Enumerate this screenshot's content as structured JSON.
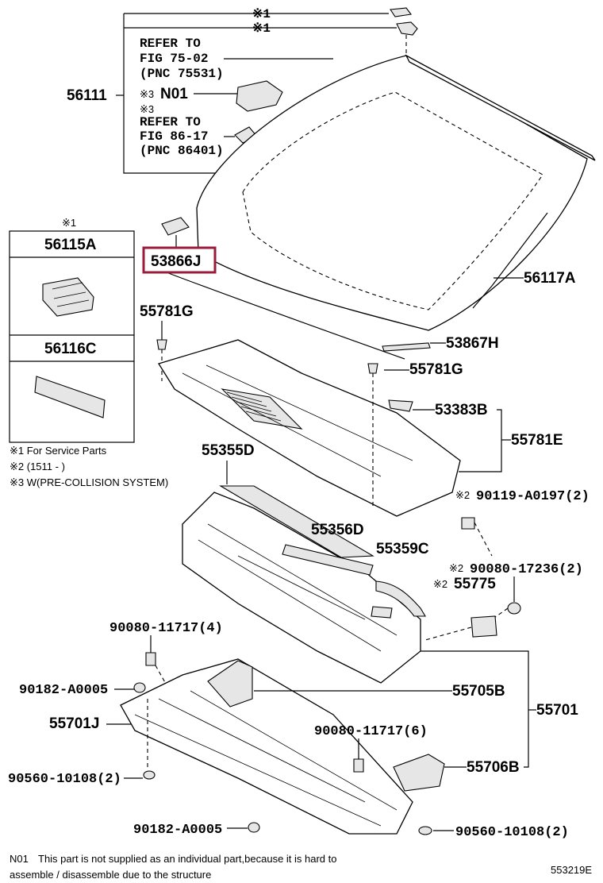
{
  "note_marks": {
    "top_mark_1": "※1",
    "top_mark_2": "※1",
    "box_mark": "※1",
    "n01_mark": "※3",
    "fig86_mark": "※3",
    "mark_90119": "※2",
    "mark_90080_17236": "※2",
    "mark_55775": "※2"
  },
  "refer_1": {
    "line1": "REFER TO",
    "line2": "FIG 75-02",
    "line3": "(PNC 75531)"
  },
  "refer_2": {
    "line1": "REFER TO",
    "line2": "FIG 86-17",
    "line3": "(PNC 86401)"
  },
  "parts": {
    "p56111": "56111",
    "pN01": "N01",
    "p56115A": "56115A",
    "p56116C": "56116C",
    "p53866J": "53866J",
    "p56117A": "56117A",
    "p55781G_left": "55781G",
    "p55781G_right": "55781G",
    "p53867H": "53867H",
    "p53383B": "53383B",
    "p55781E": "55781E",
    "p55355D": "55355D",
    "p90119": "90119-A0197(2)",
    "p55356D": "55356D",
    "p55359C": "55359C",
    "p90080_17236": "90080-17236(2)",
    "p55775": "55775",
    "p90080_11717_4": "90080-11717(4)",
    "p90182_top": "90182-A0005",
    "p55705B": "55705B",
    "p55701": "55701",
    "p55701J": "55701J",
    "p90080_11717_6": "90080-11717(6)",
    "p90560_left": "90560-10108(2)",
    "p55706B": "55706B",
    "p90182_bottom": "90182-A0005",
    "p90560_right": "90560-10108(2)"
  },
  "legend": {
    "l1": "※1 For Service Parts",
    "l2": "※2 (1511 -     )",
    "l3": "※3 W(PRE-COLLISION SYSTEM)"
  },
  "footnote": {
    "code": "N01",
    "line1": "This part is not supplied as an individual part,because it is hard to",
    "line2": "assemble / disassemble due to the structure"
  },
  "diagram_id": "553219E",
  "colors": {
    "highlight": "#9a1b3a",
    "line": "#000000",
    "fill_gray": "#e6e6e6"
  }
}
